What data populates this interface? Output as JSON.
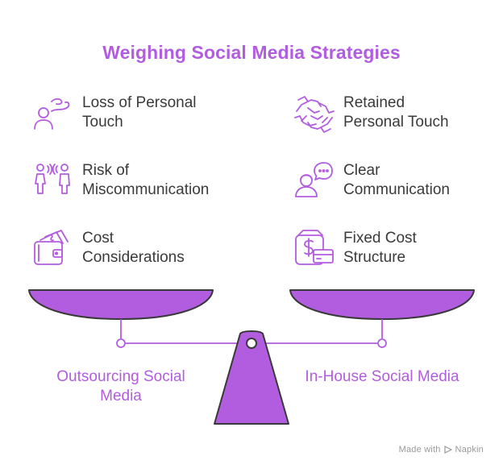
{
  "title": "Weighing Social Media Strategies",
  "left_items": [
    {
      "label": "Loss of Personal\nTouch",
      "icon": "person-speaking-icon"
    },
    {
      "label": "Risk of\nMiscommunication",
      "icon": "two-people-talking-icon"
    },
    {
      "label": "Cost\nConsiderations",
      "icon": "wallet-cash-icon"
    }
  ],
  "right_items": [
    {
      "label": "Retained\nPersonal Touch",
      "icon": "handshake-icon"
    },
    {
      "label": "Clear\nCommunication",
      "icon": "person-chat-bubble-icon"
    },
    {
      "label": "Fixed Cost\nStructure",
      "icon": "dollar-card-icon"
    }
  ],
  "left_pan_label": "Outsourcing Social\nMedia",
  "right_pan_label": "In-House Social Media",
  "footer": {
    "made_with": "Made with",
    "brand": "Napkin"
  },
  "colors": {
    "accent": "#b25ce0",
    "text": "#3a3a3a"
  }
}
